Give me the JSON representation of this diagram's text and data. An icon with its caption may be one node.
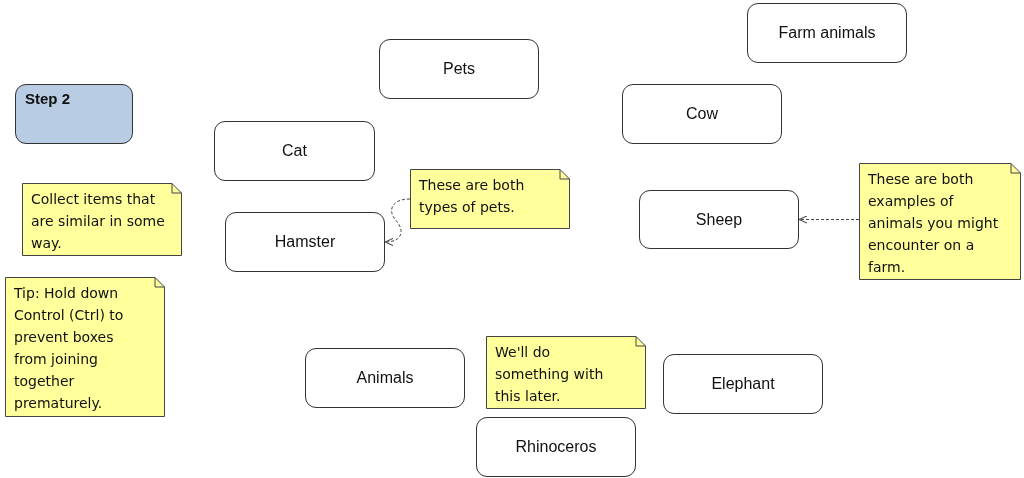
{
  "diagram": {
    "nodes": [
      {
        "text": [
          "Farm animals"
        ]
      },
      {
        "text": [
          "Pets"
        ]
      },
      {
        "text": [
          "Step 2"
        ]
      },
      {
        "text": [
          "Cow"
        ]
      },
      {
        "text": [
          "Cat"
        ]
      },
      {
        "text": [
          "These are both types of pets."
        ]
      },
      {
        "text": [
          "These are both examples of animals you might encounter on a farm."
        ]
      },
      {
        "text": [
          "Collect items that are similar in some way."
        ]
      },
      {
        "text": [
          "Sheep"
        ]
      },
      {
        "text": [
          "Hamster"
        ]
      },
      {
        "text": [
          "Tip: Hold down Control (Ctrl) to prevent boxes from joining together prematurely."
        ]
      },
      {
        "text": [
          "We'll do something with this later."
        ]
      },
      {
        "text": [
          "Animals"
        ]
      },
      {
        "text": [
          "Elephant"
        ]
      },
      {
        "text": [
          "Rhinoceros"
        ]
      }
    ],
    "edges": [
      {
        "from": 5,
        "to": 9,
        "arrow": "to",
        "style": "dashed"
      },
      {
        "from": 6,
        "to": 8,
        "arrow": "to",
        "style": "dashed"
      }
    ]
  }
}
